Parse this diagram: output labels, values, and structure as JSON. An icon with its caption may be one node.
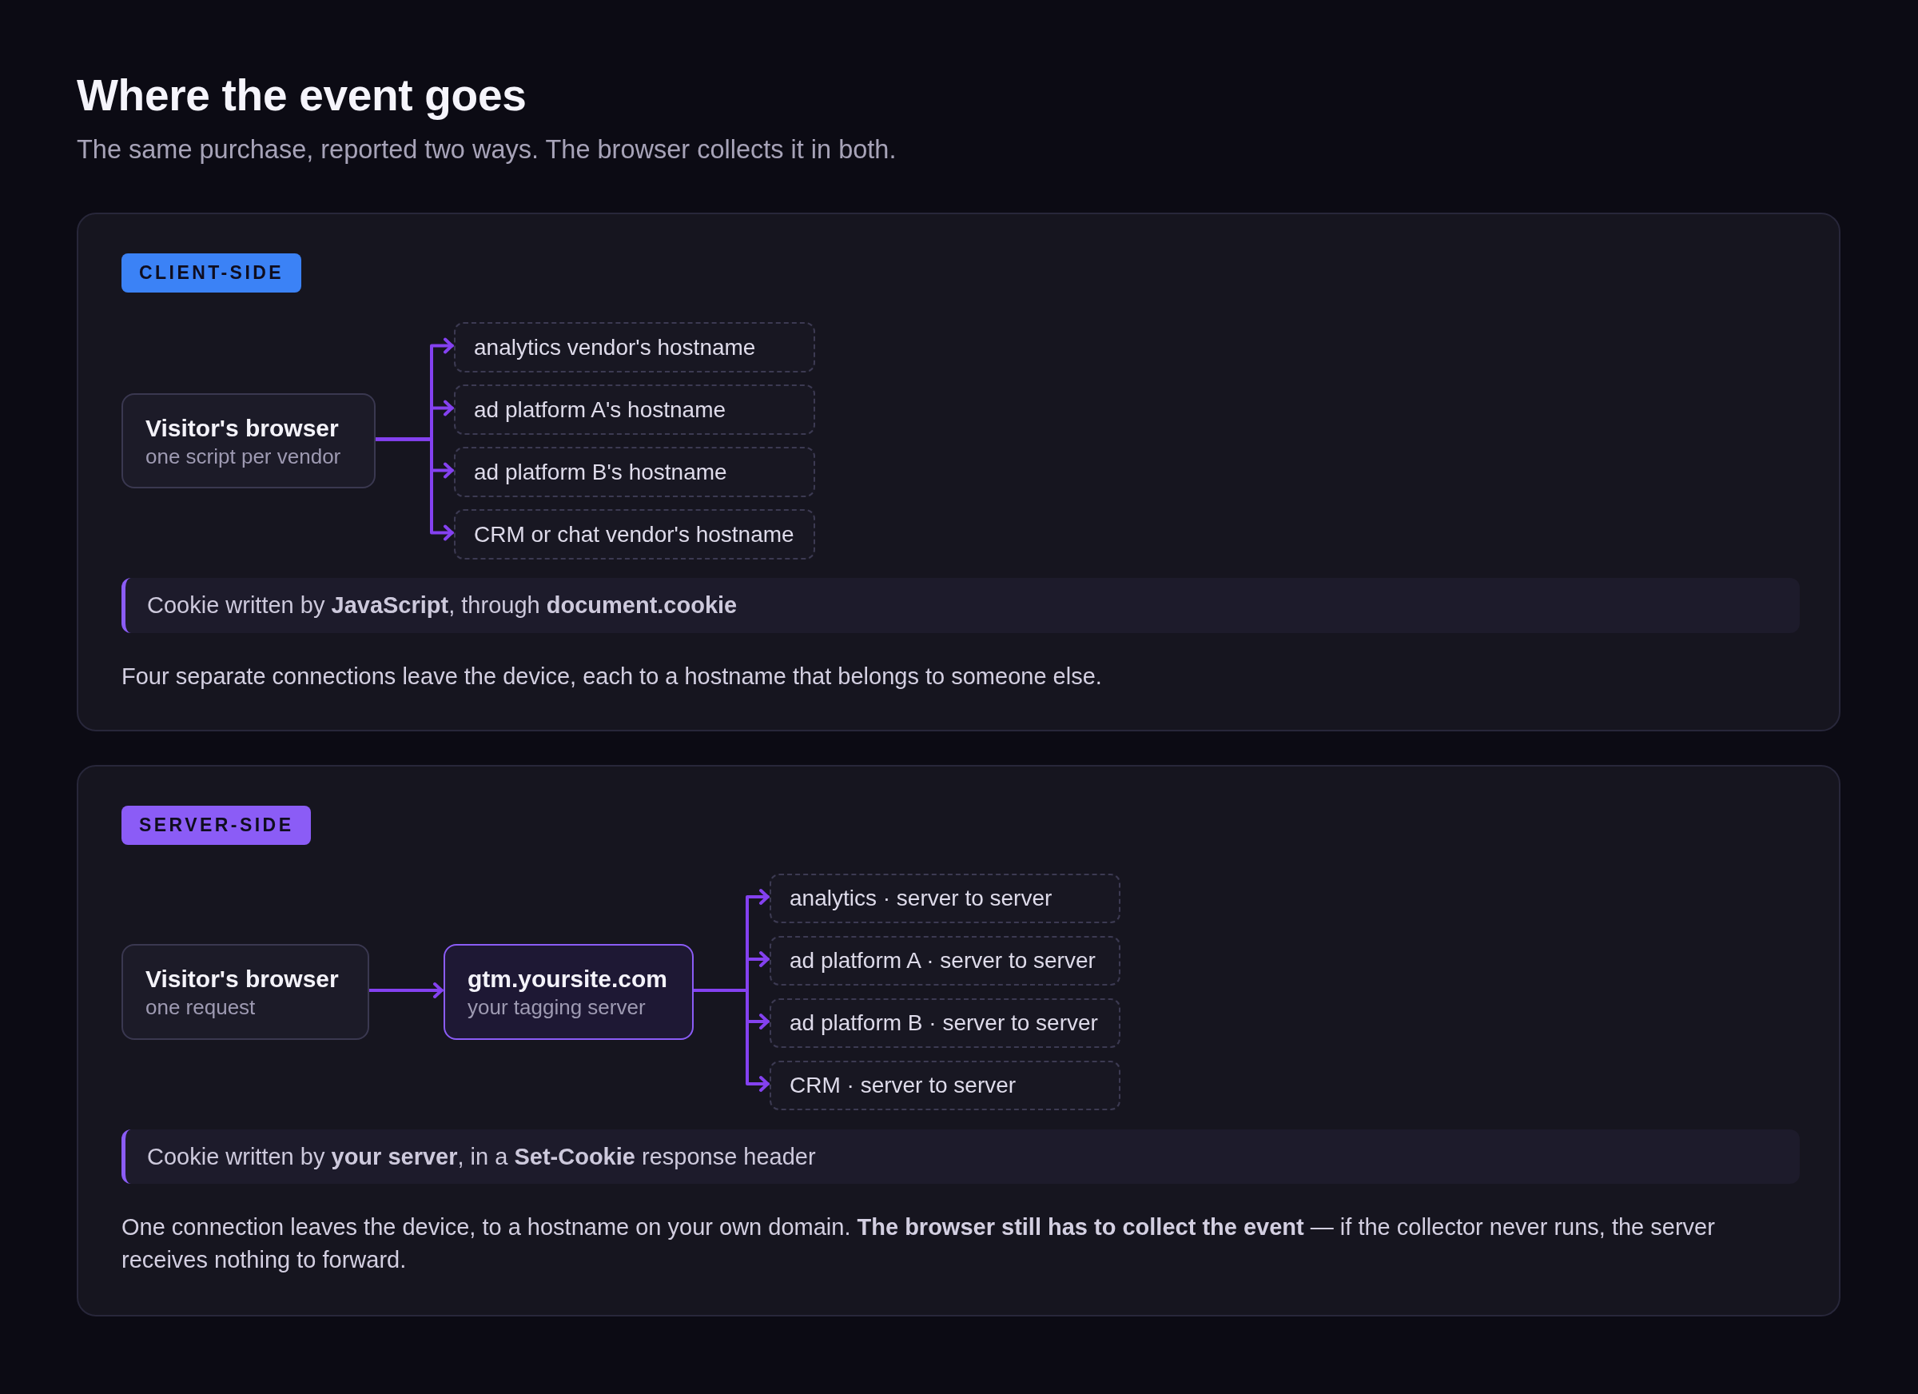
{
  "diagram": {
    "title": "Where the event goes",
    "caption": "The same purchase, reported two ways. The browser collects it in both.",
    "nodes": [
      {
        "text": [
          "Four separate connections leave the device, each to a hostname that belongs to someone else."
        ]
      },
      {
        "text": [
          "CLIENT-SIDE"
        ],
        "in": 0
      },
      {
        "text": [
          "Visitor's browser",
          "one script per vendor"
        ],
        "in": 0
      },
      {
        "text": [
          "analytics vendor's hostname"
        ],
        "in": 0
      },
      {
        "text": [
          "ad platform A's hostname"
        ],
        "in": 0
      },
      {
        "text": [
          "ad platform B's hostname"
        ],
        "in": 0
      },
      {
        "text": [
          "CRM or chat vendor's hostname"
        ],
        "in": 0
      },
      {
        "text": [
          "Cookie written by **JavaScript**, through **document.cookie**"
        ],
        "in": 0
      },
      {
        "text": [
          "One connection leaves the device, to a hostname on your own domain. **The browser still has to collect the event** — if the collector never runs, the server receives nothing to forward."
        ]
      },
      {
        "text": [
          "SERVER-SIDE"
        ],
        "in": 8
      },
      {
        "text": [
          "Visitor's browser",
          "one request"
        ],
        "in": 8
      },
      {
        "text": [
          "gtm.yoursite.com",
          "your tagging server"
        ],
        "in": 8
      },
      {
        "text": [
          "analytics · server to server"
        ],
        "in": 8
      },
      {
        "text": [
          "ad platform A · server to server"
        ],
        "in": 8
      },
      {
        "text": [
          "ad platform B · server to server"
        ],
        "in": 8
      },
      {
        "text": [
          "CRM · server to server"
        ],
        "in": 8
      },
      {
        "text": [
          "Cookie written by **your server**, in a **Set-Cookie** response header"
        ],
        "in": 8
      }
    ],
    "edges": [
      {
        "from": 2,
        "to": 3,
        "arrow": "to"
      },
      {
        "from": 2,
        "to": 4,
        "arrow": "to"
      },
      {
        "from": 2,
        "to": 5,
        "arrow": "to"
      },
      {
        "from": 2,
        "to": 6,
        "arrow": "to"
      },
      {
        "from": 10,
        "to": 11,
        "arrow": "to"
      },
      {
        "from": 11,
        "to": 12,
        "arrow": "to"
      },
      {
        "from": 11,
        "to": 13,
        "arrow": "to"
      },
      {
        "from": 11,
        "to": 14,
        "arrow": "to"
      },
      {
        "from": 11,
        "to": 15,
        "arrow": "to"
      }
    ]
  }
}
